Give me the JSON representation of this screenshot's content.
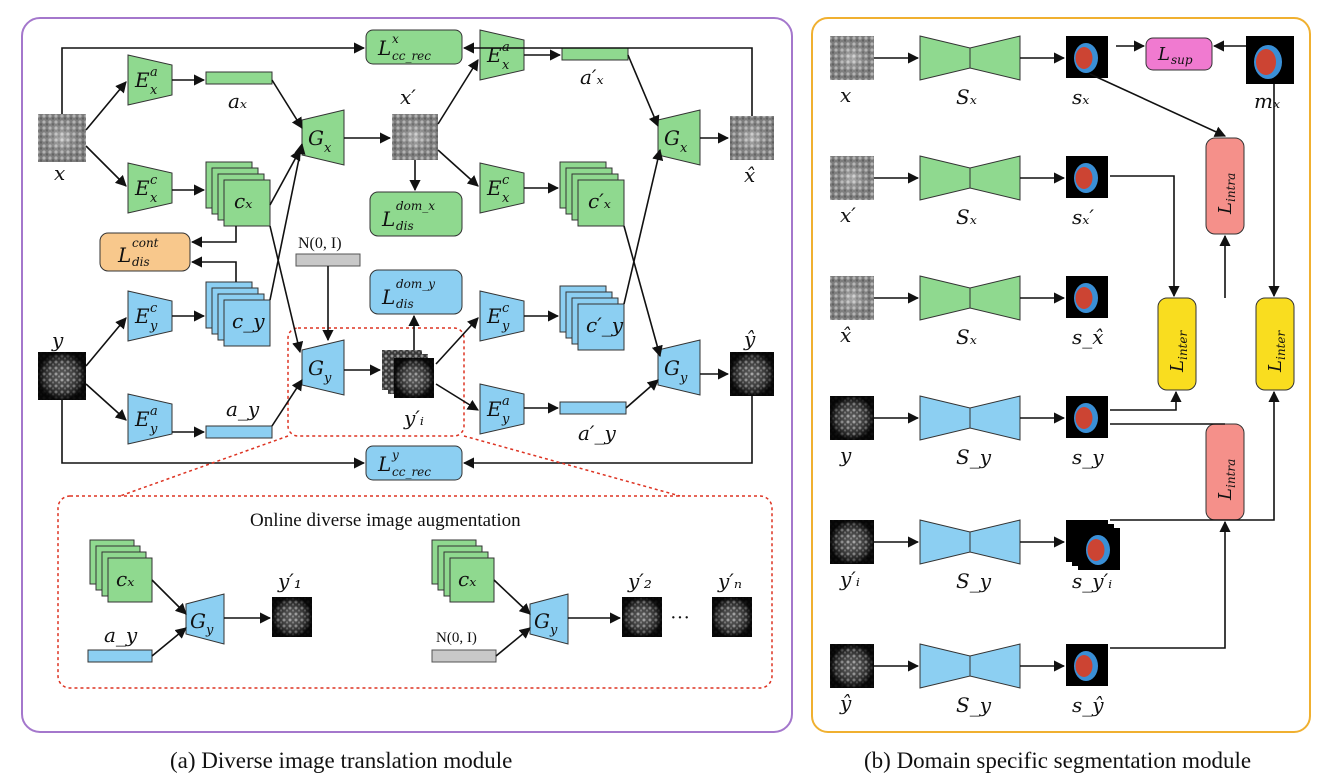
{
  "colors": {
    "green": "#8fd98f",
    "blue": "#8ccff2",
    "orange": "#f8c88c",
    "pink": "#f07ad0",
    "salmon": "#f5908a",
    "yellow": "#f9dd1f",
    "gray": "#c8c8c8",
    "panel_a_border": "#a477cc",
    "panel_b_border": "#f0b030",
    "dotted_red": "#dd3322",
    "mask_red": "#cc4433",
    "mask_blue": "#3a8fd6"
  },
  "panel_a": {
    "caption": "(a) Diverse image translation module",
    "encoders": {
      "e_x_a": "E",
      "e_x_c": "E",
      "e_y_c": "E",
      "e_y_a": "E"
    },
    "generators": {
      "g_x": "G",
      "g_y": "G"
    },
    "images": {
      "x": "x",
      "x_prime": "x′",
      "x_hat": "x̂",
      "y": "y",
      "y_hat": "ŷ",
      "y_i_prime": "y′ᵢ"
    },
    "codes": {
      "a_x": "aₓ",
      "a_x_prime": "a′ₓ",
      "c_x": "cₓ",
      "c_x_prime": "c′ₓ",
      "c_y": "c_y",
      "c_y_prime": "c′_y",
      "a_y": "a_y",
      "a_y_prime": "a′_y"
    },
    "noise": "N(0, I)",
    "losses": {
      "cc_rec_x": "L",
      "cc_rec_y": "L",
      "dis_cont": "L",
      "dis_dom_x": "L",
      "dis_dom_y": "L"
    },
    "augmentation": {
      "title": "Online diverse image augmentation",
      "y1": "y′₁",
      "y2": "y′₂",
      "yn": "y′ₙ",
      "dots": "···"
    }
  },
  "panel_b": {
    "caption": "(b) Domain specific segmentation module",
    "rows": [
      {
        "input": "x",
        "net": "Sₓ",
        "output": "sₓ",
        "domain": "x"
      },
      {
        "input": "x′",
        "net": "Sₓ",
        "output": "sₓ′",
        "domain": "x"
      },
      {
        "input": "x̂",
        "net": "Sₓ",
        "output": "s_x̂",
        "domain": "x"
      },
      {
        "input": "y",
        "net": "S_y",
        "output": "s_y",
        "domain": "y"
      },
      {
        "input": "y′ᵢ",
        "net": "S_y",
        "output": "s_y′ᵢ",
        "domain": "y"
      },
      {
        "input": "ŷ",
        "net": "S_y",
        "output": "s_ŷ",
        "domain": "y"
      }
    ],
    "mask_label": "mₓ",
    "losses": {
      "sup": "L",
      "intra_1": "L",
      "intra_2": "L",
      "inter_1": "L",
      "inter_2": "L"
    }
  }
}
